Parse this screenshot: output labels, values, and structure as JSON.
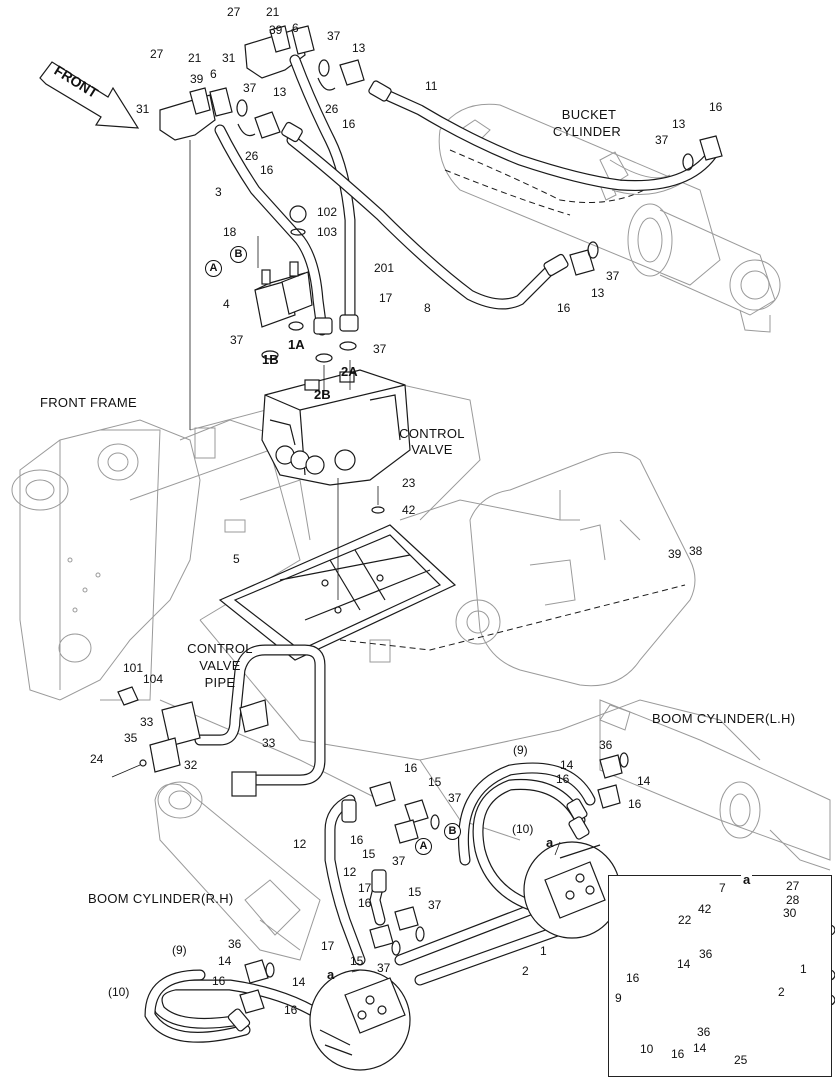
{
  "labels": {
    "front": "FRONT",
    "bucket_cylinder_1": "BUCKET",
    "bucket_cylinder_2": "CYLINDER",
    "front_frame": "FRONT FRAME",
    "control_valve_1": "CONTROL",
    "control_valve_2": "VALVE",
    "cv_pipe_1": "CONTROL",
    "cv_pipe_2": "VALVE",
    "cv_pipe_3": "PIPE",
    "boom_lh": "BOOM CYLINDER(L.H)",
    "boom_rh": "BOOM CYLINDER(R.H)",
    "port_1a": "1A",
    "port_1b": "1B",
    "port_2a": "2A",
    "port_2b": "2B",
    "circ_a": "A",
    "circ_b": "B",
    "detail_a": "a"
  },
  "parts": {
    "p1": "1",
    "p2": "2",
    "p3": "3",
    "p4": "4",
    "p5": "5",
    "p6": "6",
    "p7": "7",
    "p8": "8",
    "p9": "9",
    "p9p": "(9)",
    "p10": "10",
    "p10p": "(10)",
    "p11": "11",
    "p12": "12",
    "p13": "13",
    "p14": "14",
    "p15": "15",
    "p16": "16",
    "p17": "17",
    "p18": "18",
    "p21": "21",
    "p22": "22",
    "p23": "23",
    "p24": "24",
    "p25": "25",
    "p26": "26",
    "p27": "27",
    "p28": "28",
    "p30": "30",
    "p31": "31",
    "p32": "32",
    "p33": "33",
    "p35": "35",
    "p36": "36",
    "p37": "37",
    "p38": "38",
    "p39": "39",
    "p42": "42",
    "p101": "101",
    "p102": "102",
    "p103": "103",
    "p104": "104",
    "p201": "201"
  }
}
